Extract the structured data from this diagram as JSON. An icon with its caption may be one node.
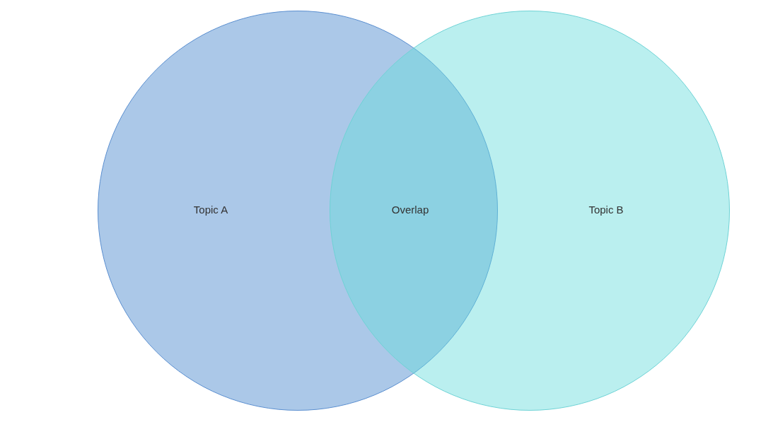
{
  "diagram": {
    "nodes": [
      {
        "text": [
          "Topic A"
        ]
      },
      {
        "text": [
          "Topic B"
        ]
      }
    ],
    "labels": [
      "Overlap"
    ]
  }
}
